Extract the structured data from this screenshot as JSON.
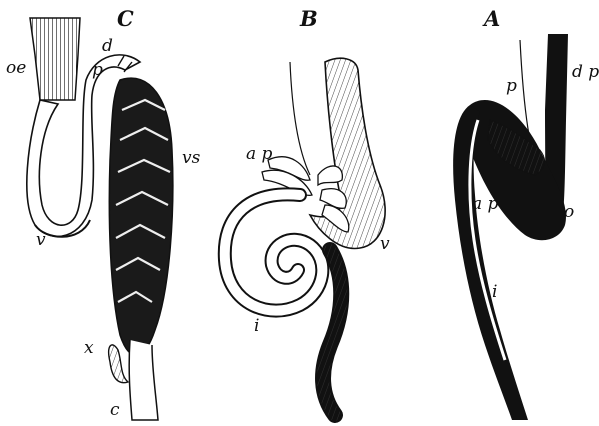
{
  "panels": {
    "c": {
      "title": "C",
      "labels": {
        "oe": "oe",
        "d": "d",
        "p": "p",
        "vs": "vs",
        "v": "v",
        "x": "x",
        "c": "c"
      }
    },
    "b": {
      "title": "B",
      "labels": {
        "ap": "a p",
        "v": "v",
        "i": "i"
      }
    },
    "a": {
      "title": "A",
      "labels": {
        "p": "p",
        "dp": "d p",
        "ap": "a p",
        "o": "o",
        "i": "i"
      }
    }
  }
}
